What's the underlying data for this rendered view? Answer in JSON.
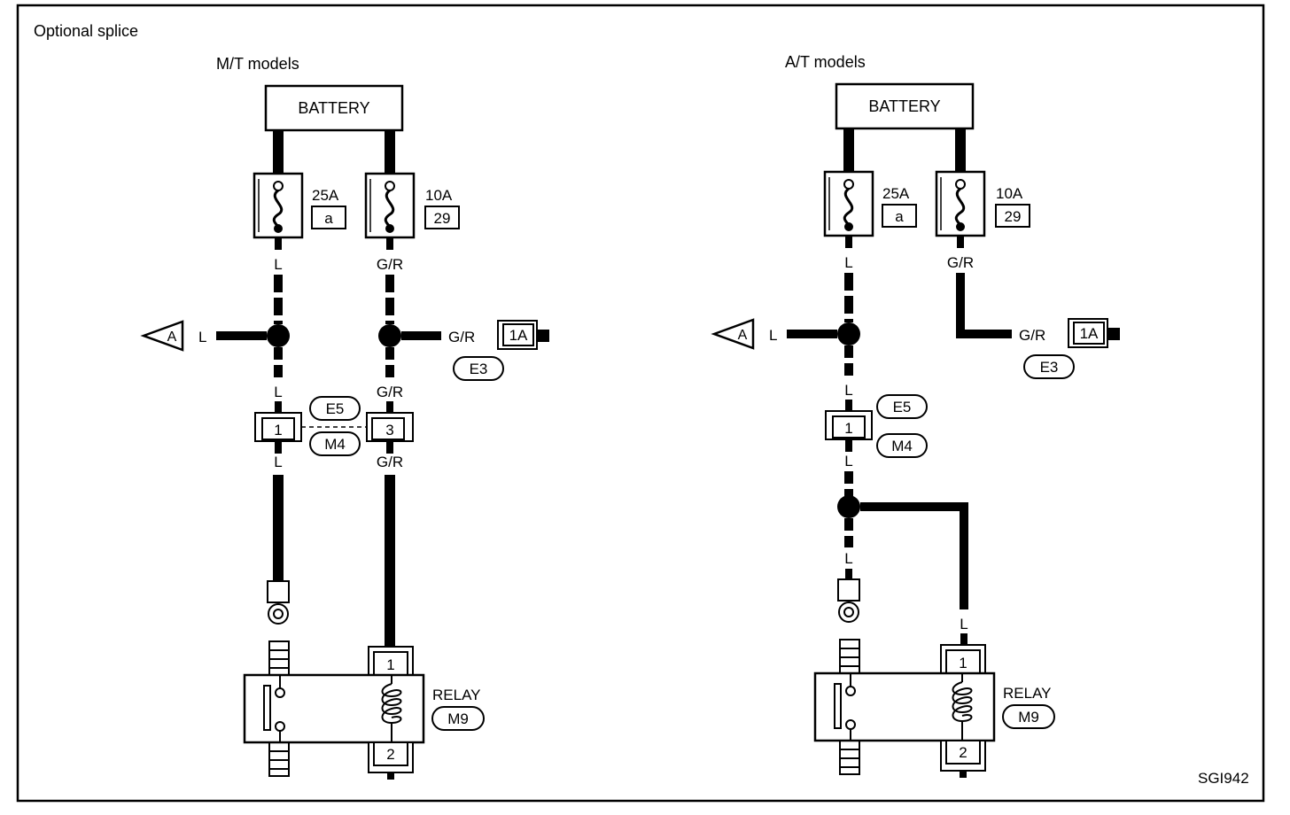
{
  "title": "Optional splice",
  "figure_id": "SGI942",
  "mt": {
    "heading": "M/T models",
    "battery": "BATTERY",
    "fuse_left": {
      "rating": "25A",
      "id": "a"
    },
    "fuse_right": {
      "rating": "10A",
      "id": "29"
    },
    "wire_left_top": "L",
    "wire_right_top": "G/R",
    "branch_left_wire": "L",
    "branch_left_connector": "A",
    "branch_right_wire": "G/R",
    "branch_right_connector": "1A",
    "branch_right_conn_id": "E3",
    "wire_left_mid": "L",
    "wire_right_mid": "G/R",
    "conn_upper_id": "E5",
    "conn_lower_id": "M4",
    "pin_left": "1",
    "pin_right": "3",
    "wire_left_low": "L",
    "wire_right_low": "G/R",
    "relay_label": "RELAY",
    "relay_id": "M9",
    "relay_pin_top": "1",
    "relay_pin_bottom": "2"
  },
  "at": {
    "heading": "A/T models",
    "battery": "BATTERY",
    "fuse_left": {
      "rating": "25A",
      "id": "a"
    },
    "fuse_right": {
      "rating": "10A",
      "id": "29"
    },
    "wire_left_top": "L",
    "wire_right_top": "G/R",
    "branch_left_wire": "L",
    "branch_left_connector": "A",
    "branch_right_wire": "G/R",
    "branch_right_connector": "1A",
    "branch_right_conn_id": "E3",
    "wire_left_mid": "L",
    "conn_upper_id": "E5",
    "conn_lower_id": "M4",
    "pin_left": "1",
    "wire_left_low": "L",
    "wire_left_bottom": "L",
    "wire_right_bottom": "L",
    "relay_label": "RELAY",
    "relay_id": "M9",
    "relay_pin_top": "1",
    "relay_pin_bottom": "2"
  }
}
